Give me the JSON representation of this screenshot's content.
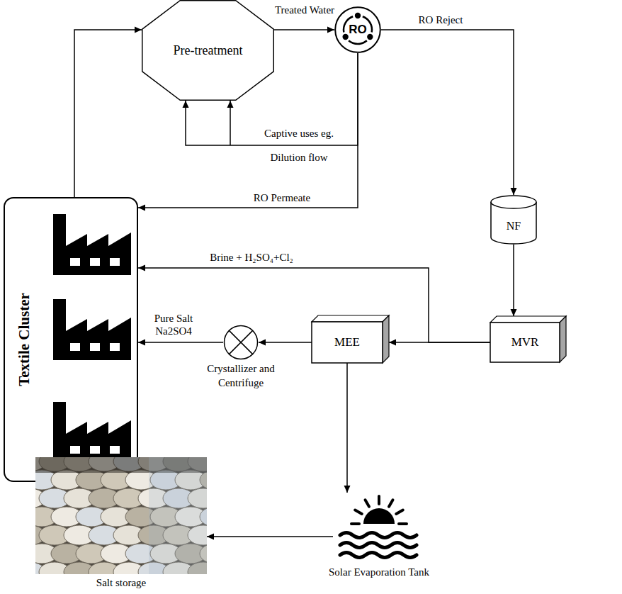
{
  "diagram": {
    "nodes": [
      {
        "text": [
          "Pre-treatment"
        ]
      },
      {
        "text": [
          "RO"
        ]
      },
      {
        "text": [
          "NF"
        ]
      },
      {
        "text": [
          "Textile Cluster"
        ]
      },
      {
        "text": [
          "MEE"
        ]
      },
      {
        "text": [
          "MVR"
        ]
      },
      {
        "text": [
          "Crystallizer and Centrifuge"
        ]
      },
      {
        "text": [
          "Solar Evaporation Tank"
        ]
      },
      {
        "text": [
          "Salt storage"
        ]
      }
    ],
    "edges": [
      {
        "from": 3,
        "to": 0,
        "arrow": "to"
      },
      {
        "from": 0,
        "to": 1,
        "label": "Treated Water",
        "arrow": "to"
      },
      {
        "from": 1,
        "to": 2,
        "label": "RO Reject",
        "arrow": "to"
      },
      {
        "from": 1,
        "to": 0,
        "label": "Captive uses eg. Dilution flow",
        "arrow": "to"
      },
      {
        "from": 1,
        "to": 3,
        "label": "RO Permeate",
        "arrow": "to"
      },
      {
        "from": 2,
        "to": 5,
        "arrow": "to"
      },
      {
        "from": 5,
        "to": 4,
        "arrow": "to"
      },
      {
        "from": 5,
        "to": 3,
        "label": "Brine + H₂SO₄+Cl₂",
        "arrow": "to"
      },
      {
        "from": 4,
        "to": 6,
        "arrow": "to"
      },
      {
        "from": 6,
        "to": 3,
        "label": "Pure Salt Na2SO4",
        "arrow": "to"
      },
      {
        "from": 4,
        "to": 7,
        "arrow": "to"
      },
      {
        "from": 7,
        "to": 8,
        "arrow": "to"
      }
    ]
  }
}
